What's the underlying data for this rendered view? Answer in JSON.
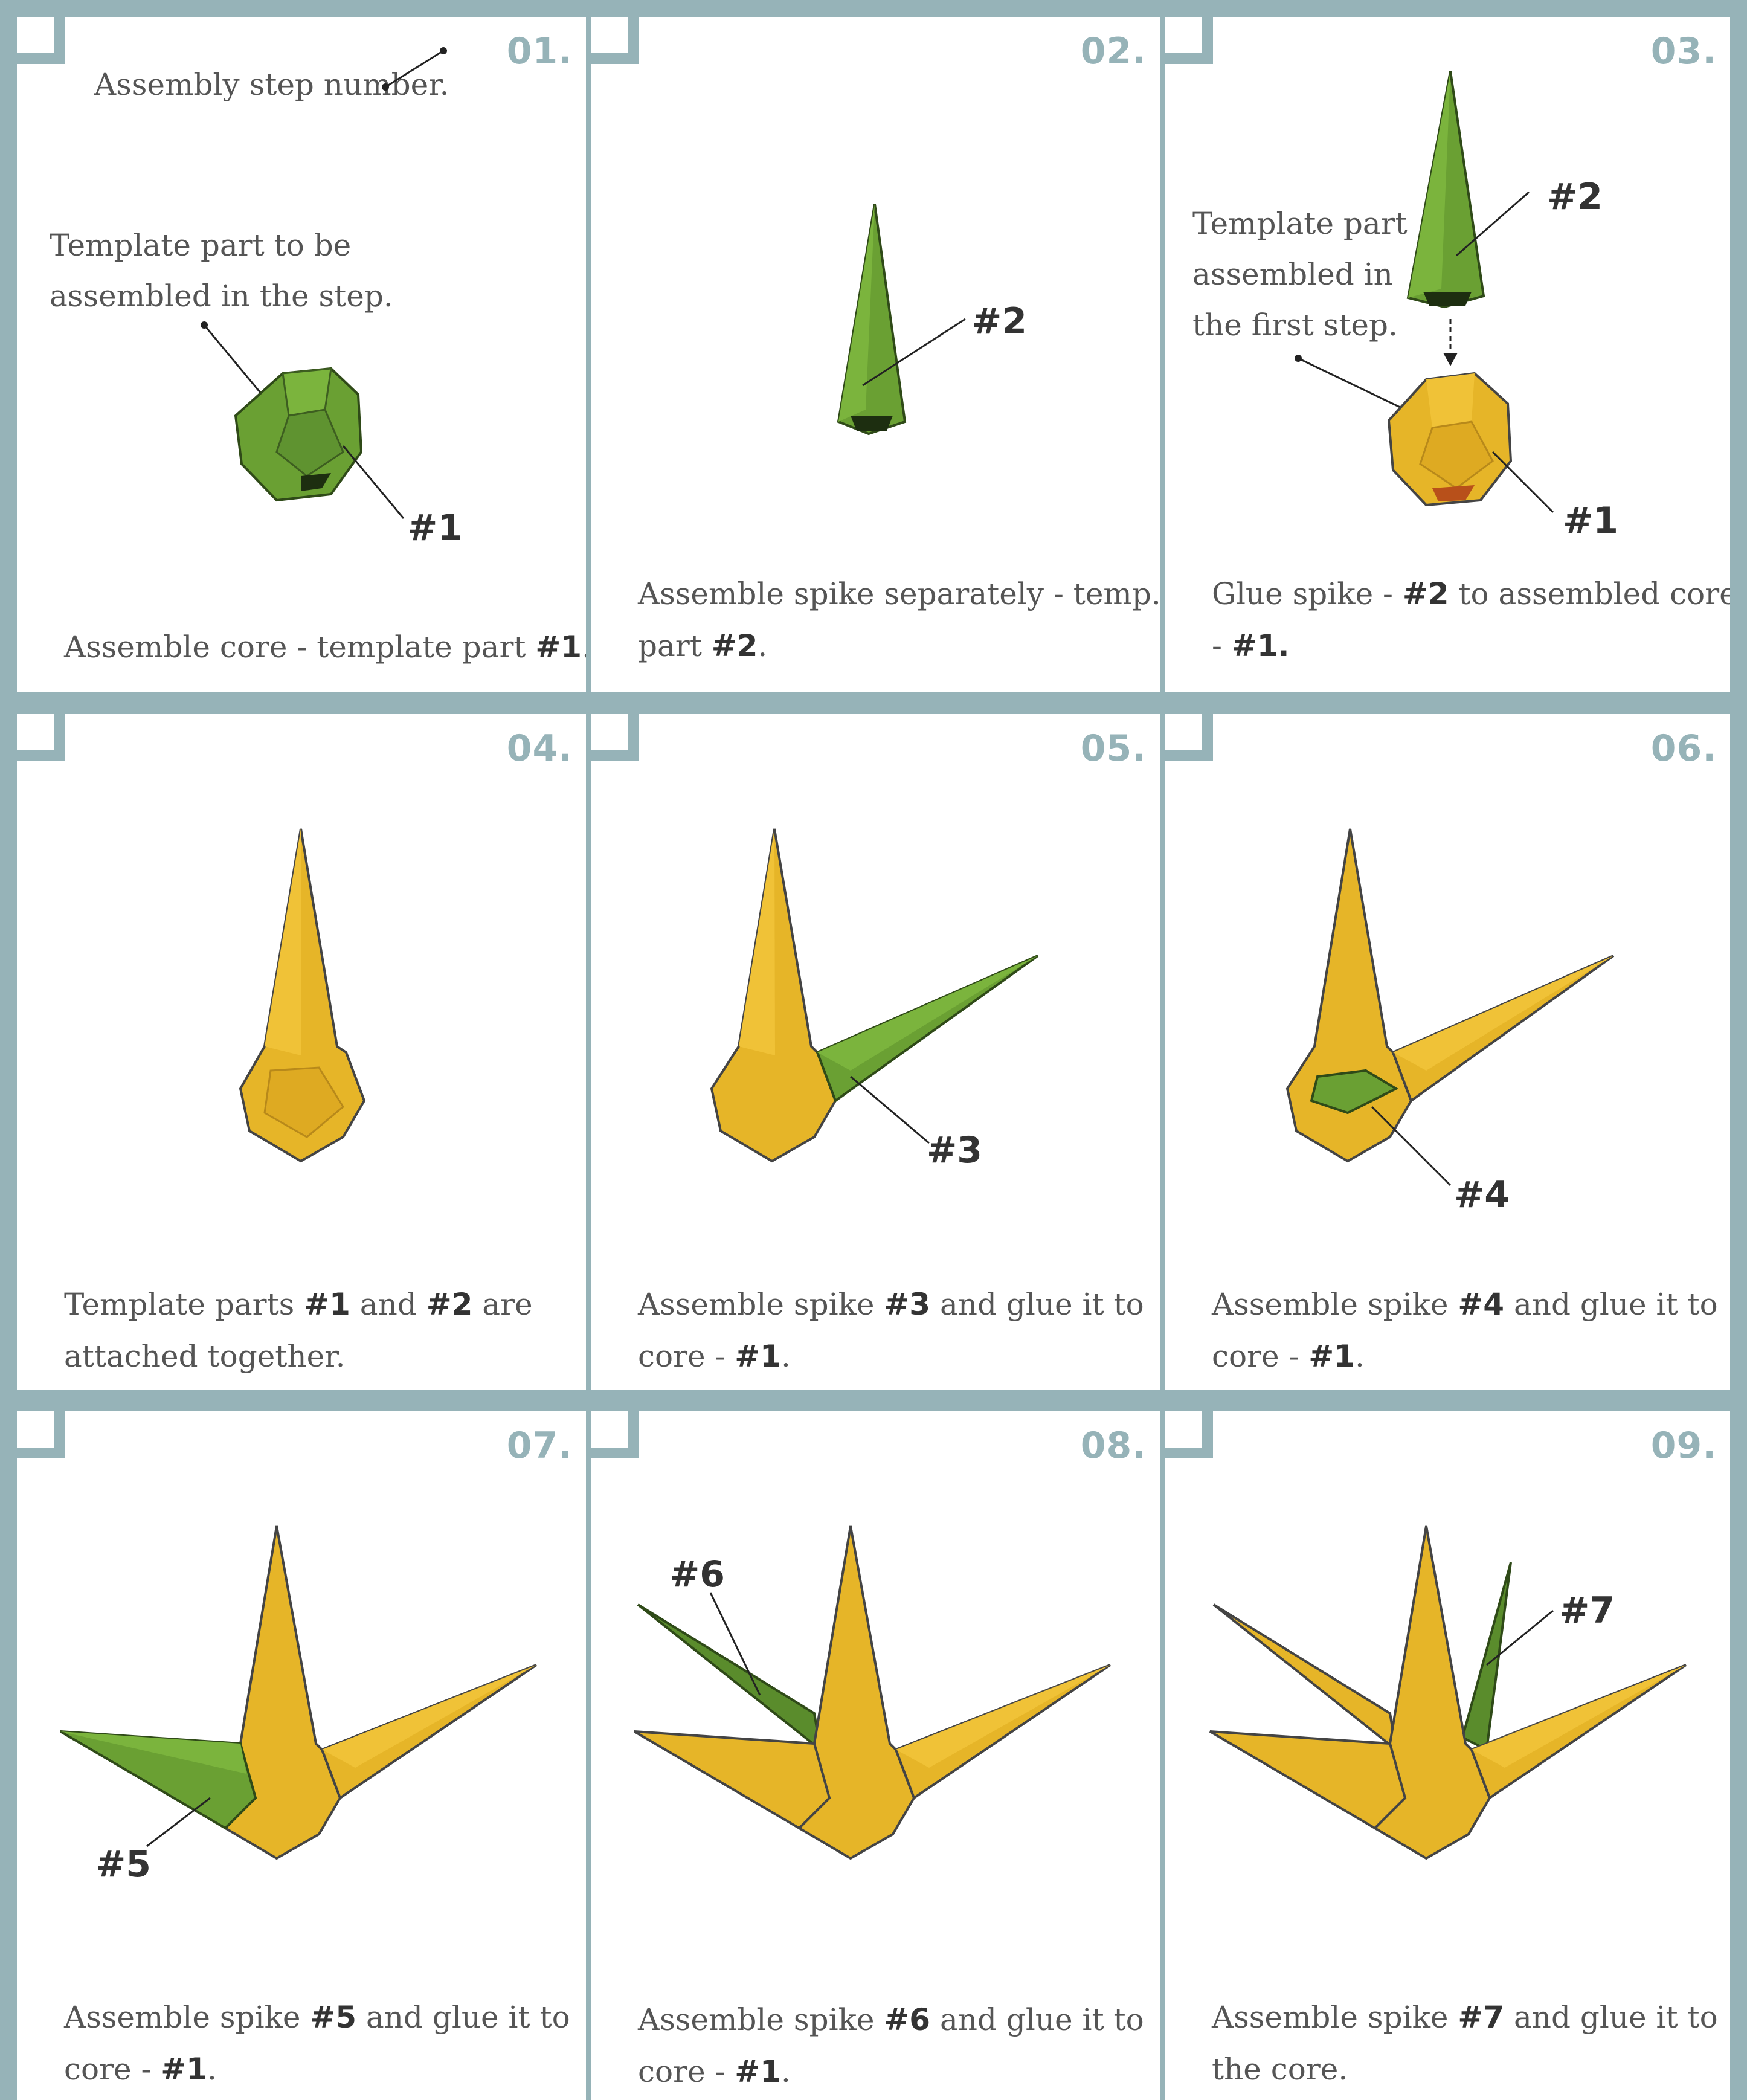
{
  "colors": {
    "frame": "#96b3b8",
    "yellow": "#e9b72a",
    "green": "#6a9e34",
    "text": "#555555"
  },
  "steps": [
    {
      "number": "01.",
      "annotation": "Assembly step number.",
      "note": "Template part to be assembled in the step.",
      "tags": [
        "#1"
      ],
      "caption": {
        "text": "Assemble core - template part ",
        "parts": [
          "#1"
        ],
        "end": "."
      }
    },
    {
      "number": "02.",
      "tags": [
        "#2"
      ],
      "caption": {
        "text": "Assemble spike separately - temp. part ",
        "parts": [
          "#2"
        ],
        "end": "."
      }
    },
    {
      "number": "03.",
      "note": "Template part assembled in the first step.",
      "tags": [
        "#2",
        "#1"
      ],
      "caption": {
        "text": "Glue spike - ",
        "parts": [
          "#2",
          "#1."
        ],
        "mid": " to assembled core - "
      }
    },
    {
      "number": "04.",
      "caption": {
        "text": "Template parts ",
        "parts": [
          "#1",
          "#2"
        ],
        "mid": " and ",
        "end": "  are attached together."
      }
    },
    {
      "number": "05.",
      "tags": [
        "#3"
      ],
      "caption": {
        "text": "Assemble spike ",
        "parts": [
          "#3",
          "#1"
        ],
        "mid": " and glue it to core - ",
        "end": "."
      }
    },
    {
      "number": "06.",
      "tags": [
        "#4"
      ],
      "caption": {
        "text": "Assemble spike ",
        "parts": [
          "#4",
          "#1"
        ],
        "mid": " and glue it to core - ",
        "end": "."
      }
    },
    {
      "number": "07.",
      "tags": [
        "#5"
      ],
      "caption": {
        "text": "Assemble spike ",
        "parts": [
          "#5",
          "#1"
        ],
        "mid": " and glue it to core - ",
        "end": "."
      }
    },
    {
      "number": "08.",
      "tags": [
        "#6"
      ],
      "caption": {
        "text": "Assemble spike ",
        "parts": [
          "#6",
          "#1"
        ],
        "mid": " and glue it to core - ",
        "end": "."
      }
    },
    {
      "number": "09.",
      "tags": [
        "#7"
      ],
      "caption": {
        "text": "Assemble spike ",
        "parts": [
          "#7"
        ],
        "mid": " and glue it to the core."
      }
    }
  ]
}
